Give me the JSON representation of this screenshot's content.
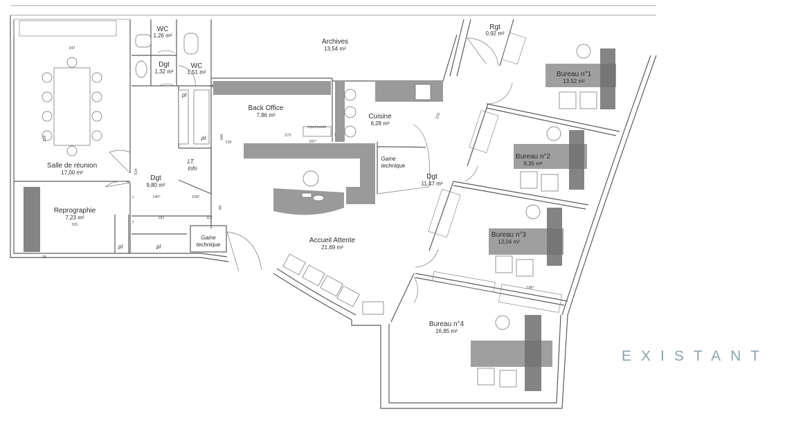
{
  "watermark": "EXISTANT",
  "rooms": {
    "salle": {
      "name": "Salle de réunion",
      "area": "17,00 m²"
    },
    "repro": {
      "name": "Reprographie",
      "area": "7,23 m²"
    },
    "wc1": {
      "name": "WC",
      "area": "1,26 m²"
    },
    "dgt1": {
      "name": "Dgt",
      "area": "1,32 m²"
    },
    "wc2": {
      "name": "WC",
      "area": "1,51 m²"
    },
    "archives": {
      "name": "Archives",
      "area": "13,54 m²"
    },
    "rgt": {
      "name": "Rgt",
      "area": "0,92 m²"
    },
    "backoffice": {
      "name": "Back Office",
      "area": "7,86 m²"
    },
    "cuisine": {
      "name": "Cuisine",
      "area": "6,28 m²"
    },
    "dgt2": {
      "name": "Dgt",
      "area": "9,80 m²"
    },
    "dgt3": {
      "name": "Dgt",
      "area": "11,47 m²"
    },
    "accueil": {
      "name": "Accueil Attente",
      "area": "21,69 m²"
    },
    "bureau1": {
      "name": "Bureau n°1",
      "area": "13,52 m²"
    },
    "bureau2": {
      "name": "Bureau n°2",
      "area": "9,35 m²"
    },
    "bureau3": {
      "name": "Bureau n°3",
      "area": "13,04 m²"
    },
    "bureau4": {
      "name": "Bureau n°4",
      "area": "16,85 m²"
    }
  },
  "notes": {
    "lt1": "LT.",
    "lt2": "Info",
    "gaine1a": "Gaine",
    "gaine1b": "technique",
    "gaine2a": "Gaine",
    "gaine2b": "technique",
    "imprimante": "imprimante",
    "pl": "pl"
  },
  "dims": {
    "d347": "347",
    "d331": "331",
    "d229": "229",
    "d514": "514",
    "d140": "140⁵",
    "d109": "109⁵",
    "d181": "181",
    "d113": "113",
    "d345": "345",
    "d105": "105",
    "d273": "273",
    "d397": "397⁵",
    "d225": "225",
    "d99": "99",
    "d20": "20",
    "d7a": "7",
    "d7b": "7",
    "d7c": "7",
    "d196": "196⁵"
  }
}
